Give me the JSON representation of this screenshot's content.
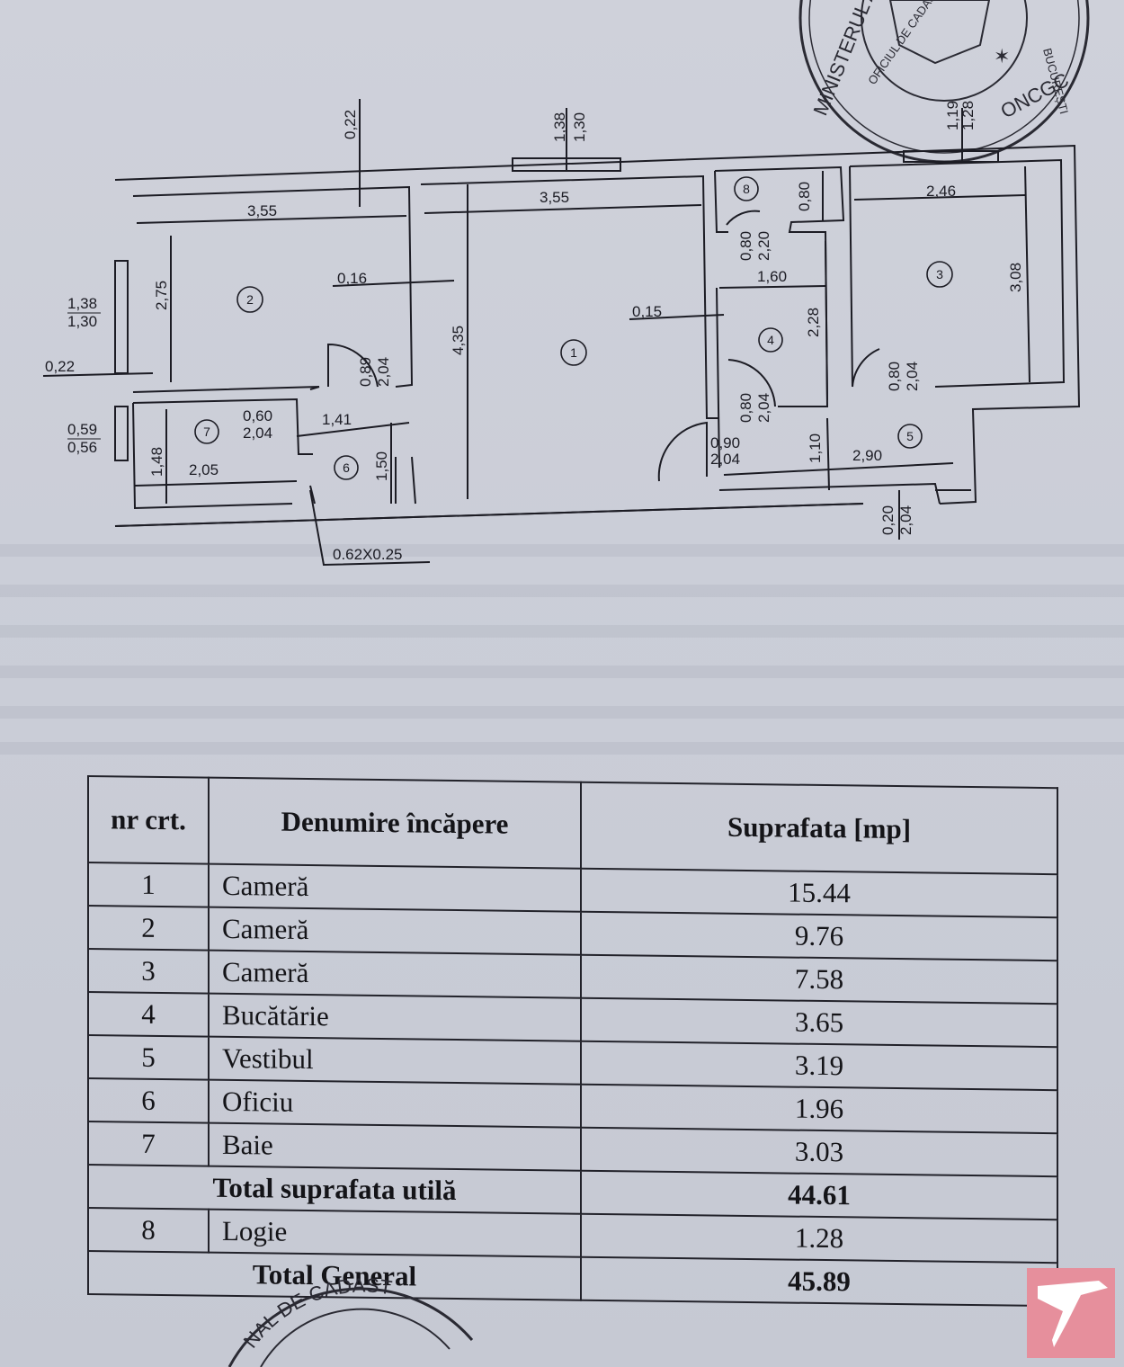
{
  "plan": {
    "dimensions": {
      "room2_width": "3,55",
      "room2_height": "2,75",
      "wall_top_thickness": "0,22",
      "room1_width": "3,55",
      "room1_height": "4,35",
      "window1_top": "1,38",
      "window1_bottom": "1,30",
      "window2_top": "1,38",
      "window2_bottom": "1,30",
      "window3_top": "1,19",
      "window3_bottom": "1,28",
      "room3_width": "2,46",
      "room3_height": "3,08",
      "room8_depth": "0,80",
      "door8_w": "0,80",
      "door8_h": "2,20",
      "room4_width": "1,60",
      "room4_height": "2,28",
      "partition_016": "0,16",
      "partition_015": "0,15",
      "door2_w": "0,89",
      "door2_h": "2,04",
      "door7_w": "0,60",
      "door7_h": "2,04",
      "room6_width": "1,41",
      "room6_height": "1,50",
      "room7_height": "1,48",
      "room7_width": "2,05",
      "door4_w": "0,80",
      "door4_h": "2,04",
      "door1_w": "0,90",
      "door1_h": "2,04",
      "room5_height": "1,10",
      "room5_width": "2,90",
      "door3_w": "0,80",
      "door3_h": "2,04",
      "entry_w": "0,20",
      "entry_h": "2,04",
      "wall_left_thickness": "0,22",
      "window_left_top": "0,59",
      "window_left_bottom": "0,56",
      "duct": "0.62X0.25"
    },
    "room_numbers": [
      "1",
      "2",
      "3",
      "4",
      "5",
      "6",
      "7",
      "8"
    ]
  },
  "stamp_top": {
    "line1": "MINISTERUL A",
    "line2": "OFICIUL DE CADASTRU, GEODEZIE",
    "line3": "BUCUREȘTI",
    "line4": "ONCGC"
  },
  "stamp_bottom": {
    "text": "NAL DE CADAST"
  },
  "table": {
    "header": {
      "nr": "nr crt.",
      "name": "Denumire încăpere",
      "area": "Suprafata [mp]"
    },
    "rows": [
      {
        "nr": "1",
        "name": "Cameră",
        "area": "15.44"
      },
      {
        "nr": "2",
        "name": "Cameră",
        "area": "9.76"
      },
      {
        "nr": "3",
        "name": "Cameră",
        "area": "7.58"
      },
      {
        "nr": "4",
        "name": "Bucătărie",
        "area": "3.65"
      },
      {
        "nr": "5",
        "name": "Vestibul",
        "area": "3.19"
      },
      {
        "nr": "6",
        "name": "Oficiu",
        "area": "1.96"
      },
      {
        "nr": "7",
        "name": "Baie",
        "area": "3.03"
      }
    ],
    "total_useful": {
      "label": "Total suprafata utilă",
      "area": "44.61"
    },
    "extra": {
      "nr": "8",
      "name": "Logie",
      "area": "1.28"
    },
    "total_general": {
      "label": "Total General",
      "area": "45.89"
    }
  },
  "colors": {
    "paper": "#cbced8",
    "ink": "#1c1c24",
    "logo": "#e68f9c"
  }
}
